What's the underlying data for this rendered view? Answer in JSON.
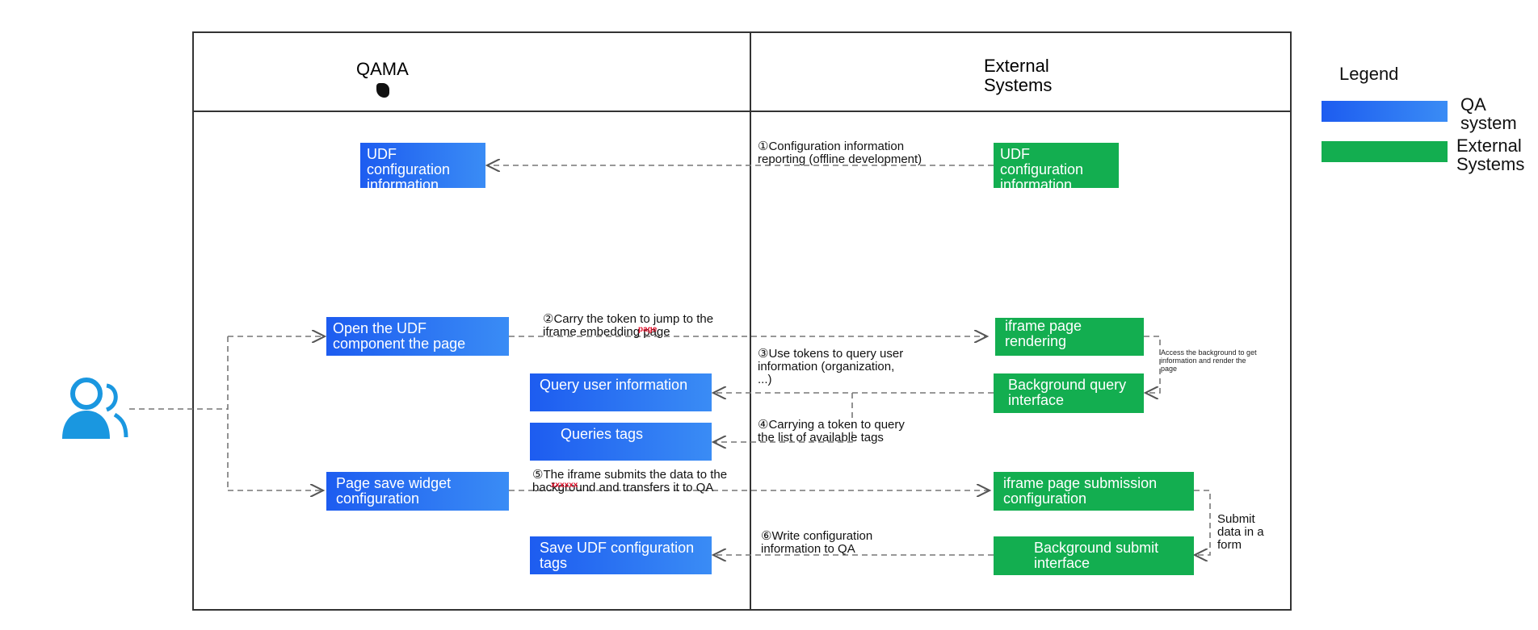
{
  "lanes": {
    "left_title": "QAMA",
    "right_title": "External\nSystems"
  },
  "boxes": {
    "udf_info_left": "UDF configuration information",
    "udf_info_right": "UDF configuration information",
    "open_udf": "Open the UDF component the page",
    "iframe_render": "iframe page rendering",
    "query_user": "Query user information",
    "bg_query": "Background query interface",
    "query_tags": "Queries tags",
    "page_save": "Page save widget configuration",
    "iframe_submit": "iframe page submission configuration",
    "save_udf": "Save UDF configuration tags",
    "bg_submit": "Background submit interface"
  },
  "labels": {
    "step1": "①Configuration information\nreporting (offline development)",
    "step2": "②Carry the token to jump to the\niframe embedding page",
    "step2_red": "page",
    "step3": "③Use tokens to query user\ninformation (organization,\n...)",
    "step4": "④Carrying a token to query\nthe list of available tags",
    "step5": "⑤The iframe submits the data to the\nbackground and transfers it to QA",
    "step5_red": "xxxxxx",
    "step6": "⑥Write configuration\ninformation to QA",
    "access_note": "Access the background to get\ninformation and render the\npage",
    "submit_note": "Submit\ndata in a\nform"
  },
  "legend": {
    "title": "Legend",
    "qa_label": "QA\nsystem",
    "ext_label": "External\nSystems",
    "qa_color": "#1d5cf0",
    "ext_color": "#13ae50"
  },
  "icons": {
    "user": "user-group-icon"
  }
}
